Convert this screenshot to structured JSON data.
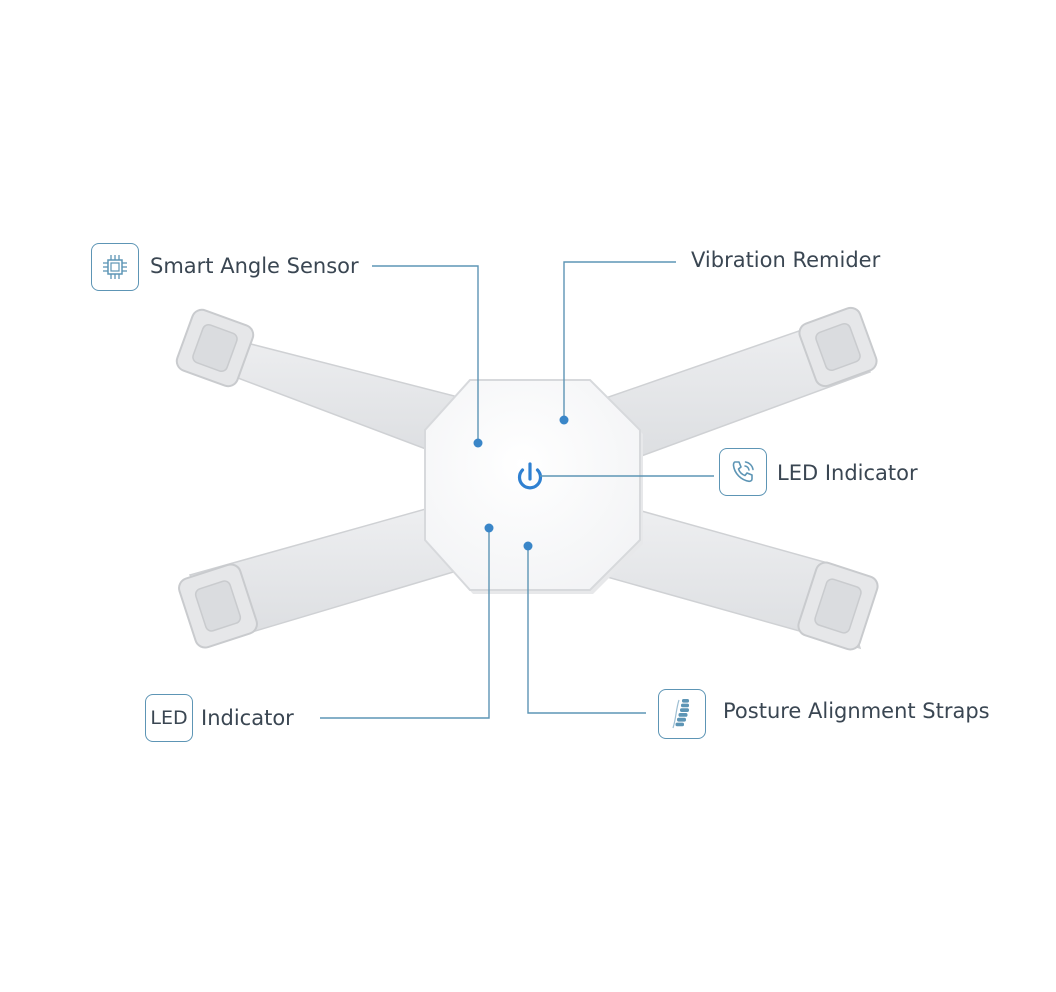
{
  "callouts": {
    "smart_angle_sensor": {
      "label": "Smart Angle Sensor",
      "icon": "chip-icon"
    },
    "vibration_reminder": {
      "label": "Vibration Remider"
    },
    "led_indicator_right": {
      "label": "LED Indicator",
      "icon": "phone-vibrate-icon"
    },
    "led_indicator_left": {
      "label": "Indicator",
      "box_text": "LED"
    },
    "posture_alignment_straps": {
      "label": "Posture Alignment Straps",
      "icon": "spine-icon"
    }
  },
  "colors": {
    "leader_line": "#5d95b5",
    "dot": "#3a86c8",
    "power_button": "#2f80d1",
    "strap": "#e4e5e7",
    "strap_edge": "#cfd1d4",
    "device_body": "#ffffff",
    "device_edge": "#d7d9dc",
    "text": "#3a4652"
  }
}
